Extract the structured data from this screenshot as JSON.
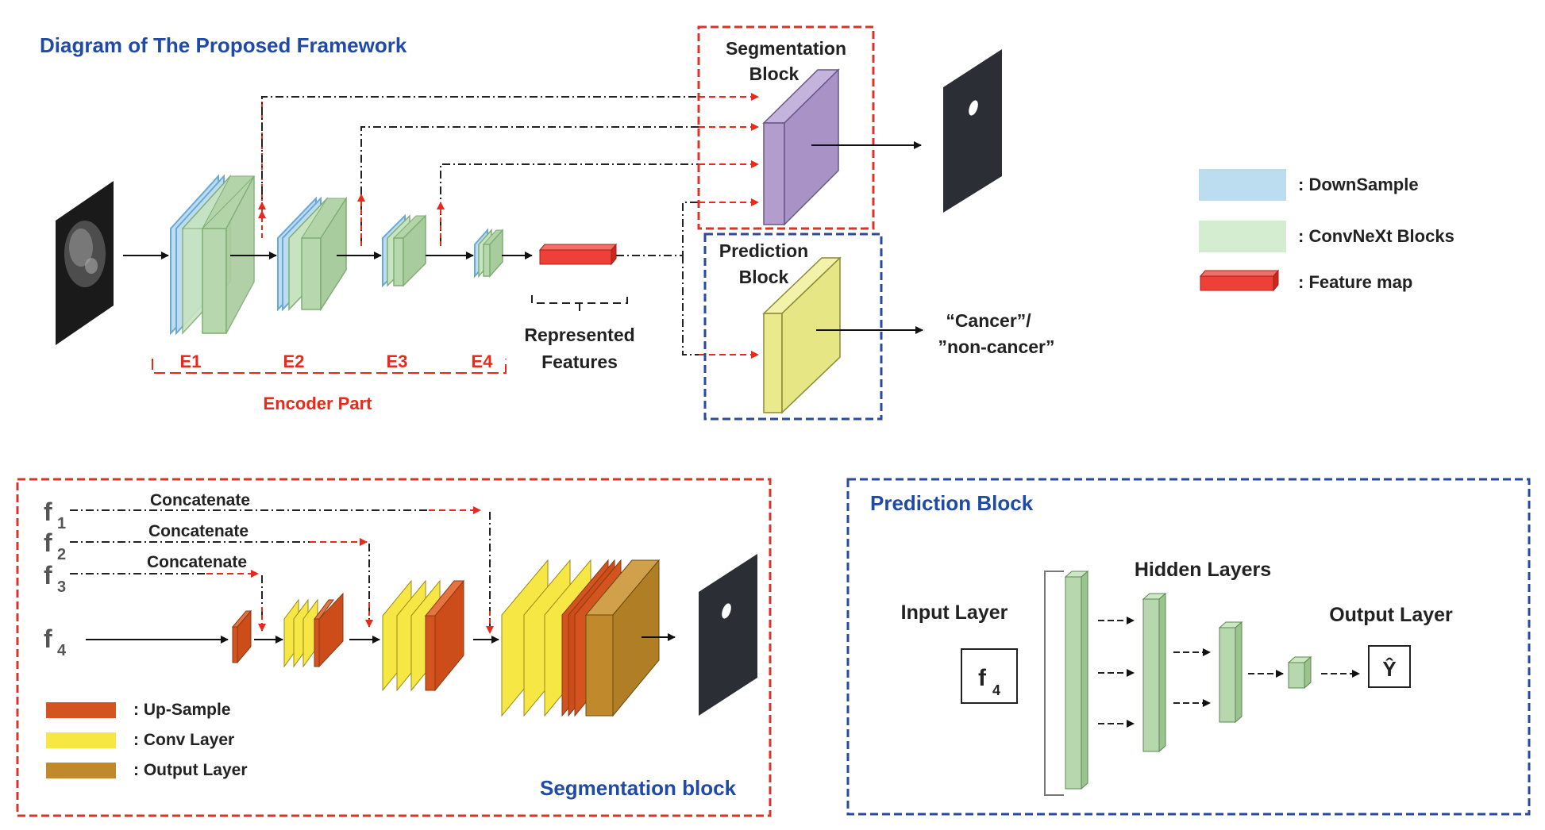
{
  "top": {
    "title": "Diagram of The Proposed Framework",
    "seg_block_label": [
      "Segmentation",
      "Block"
    ],
    "pred_block_label": [
      "Prediction",
      "Block"
    ],
    "encoder_labels": [
      "E1",
      "E2",
      "E3",
      "E4"
    ],
    "encoder_part": "Encoder Part",
    "represented": [
      "Represented",
      "Features"
    ],
    "output_text": [
      "“Cancer”/",
      "”non-cancer”"
    ]
  },
  "legend_top": {
    "items": [
      {
        "label": ": DownSample",
        "color": "#bcdcf0"
      },
      {
        "label": ": ConvNeXt Blocks",
        "color": "#d4ecd0"
      },
      {
        "label": ": Feature map",
        "color": "#ee4038"
      }
    ]
  },
  "seg_panel": {
    "title": "Segmentation block",
    "concat_labels": [
      "Concatenate",
      "Concatenate",
      "Concatenate"
    ],
    "features": [
      {
        "base": "f",
        "sub": "1"
      },
      {
        "base": "f",
        "sub": "2"
      },
      {
        "base": "f",
        "sub": "3"
      },
      {
        "base": "f",
        "sub": "4"
      }
    ],
    "legend": [
      {
        "label": ": Up-Sample",
        "color": "#d4541f"
      },
      {
        "label": ": Conv Layer",
        "color": "#f7e745"
      },
      {
        "label": ": Output Layer",
        "color": "#c08a2c"
      }
    ]
  },
  "pred_panel": {
    "title": "Prediction Block",
    "input_layer": "Input Layer",
    "hidden_layers": "Hidden Layers",
    "output_layer": "Output Layer",
    "input_symbol": {
      "base": "f",
      "sub": "4"
    },
    "output_symbol": "Ŷ"
  },
  "colors": {
    "title_blue": "#1f4aa8",
    "accent_red": "#e8291c",
    "frame_red": "#d8342a",
    "frame_blue": "#2a4aa0",
    "seg_purple": "#b29dcc",
    "pred_yellow": "#eaea8c",
    "conv_green": "#b7d7ae"
  }
}
